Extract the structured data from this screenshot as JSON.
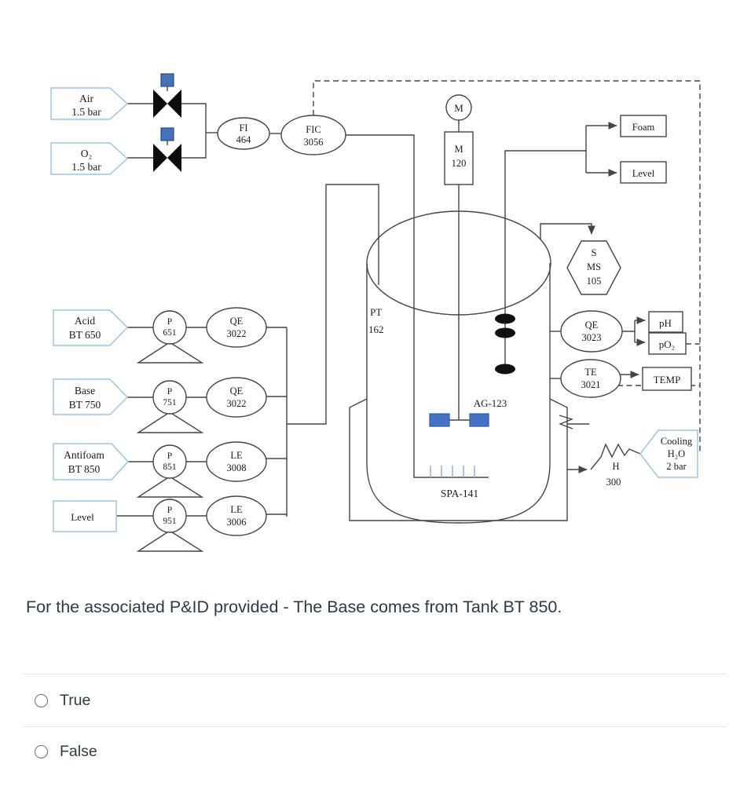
{
  "diagram": {
    "sources": {
      "air": {
        "l1": "Air",
        "l2": "1.5 bar"
      },
      "o2": {
        "l1": "O₂",
        "l2": "1.5 bar"
      },
      "acid": {
        "l1": "Acid",
        "l2": "BT 650"
      },
      "base": {
        "l1": "Base",
        "l2": "BT 750"
      },
      "antifoam": {
        "l1": "Antifoam",
        "l2": "BT 850"
      },
      "level": {
        "l1": "Level"
      },
      "cooling": {
        "l1": "Cooling",
        "l2": "H₂O",
        "l3": "2 bar"
      }
    },
    "instruments": {
      "fi464": {
        "l1": "FI",
        "l2": "464"
      },
      "fic3056": {
        "l1": "FIC",
        "l2": "3056"
      },
      "motor": {
        "l1": "M"
      },
      "m120": {
        "l1": "M",
        "l2": "120"
      },
      "ms105": {
        "l1": "S",
        "l2": "MS",
        "l3": "105"
      },
      "pt162": {
        "l1": "PT",
        "l2": "162"
      },
      "qe3023": {
        "l1": "QE",
        "l2": "3023"
      },
      "te3021": {
        "l1": "TE",
        "l2": "3021"
      },
      "p651": {
        "l1": "P",
        "l2": "651"
      },
      "p751": {
        "l1": "P",
        "l2": "751"
      },
      "p851": {
        "l1": "P",
        "l2": "851"
      },
      "p951": {
        "l1": "P",
        "l2": "951"
      },
      "qe3022a": {
        "l1": "QE",
        "l2": "3022"
      },
      "qe3022b": {
        "l1": "QE",
        "l2": "3022"
      },
      "le3008": {
        "l1": "LE",
        "l2": "3008"
      },
      "le3006": {
        "l1": "LE",
        "l2": "3006"
      },
      "h300": {
        "l1": "H",
        "l2": "300"
      }
    },
    "outputs": {
      "foam": "Foam",
      "level": "Level",
      "ph": "pH",
      "po2": "pO₂",
      "temp": "TEMP"
    },
    "equipment": {
      "agitator": "AG-123",
      "sparger": "SPA-141"
    },
    "colors": {
      "line": "#454545",
      "flag_border": "#9dc3e6",
      "actuator_blue": "#4272b8",
      "impeller_blue": "#4472c4",
      "sparger_tick": "#8faadc"
    }
  },
  "question": {
    "text": "For the associated P&ID provided - The Base comes from Tank BT 850.",
    "text_color": "#2d3b45",
    "options": [
      {
        "label": "True"
      },
      {
        "label": "False"
      }
    ]
  }
}
